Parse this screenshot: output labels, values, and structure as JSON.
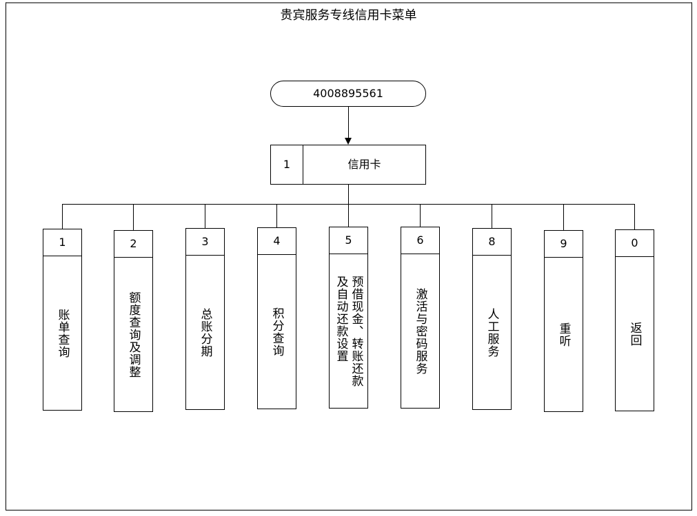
{
  "title": "贵宾服务专线信用卡菜单",
  "phone": "4008895561",
  "root": {
    "num": "1",
    "label": "信用卡"
  },
  "children": [
    {
      "num": "1",
      "label": "账单查询"
    },
    {
      "num": "2",
      "label": "额度查询及调整"
    },
    {
      "num": "3",
      "label": "总账分期"
    },
    {
      "num": "4",
      "label": "积分查询"
    },
    {
      "num": "5",
      "label": "预借现金、转账还款\n及自动还款设置"
    },
    {
      "num": "6",
      "label": "激活与密码服务"
    },
    {
      "num": "8",
      "label": "人工服务"
    },
    {
      "num": "9",
      "label": "重听"
    },
    {
      "num": "0",
      "label": "返回"
    }
  ]
}
